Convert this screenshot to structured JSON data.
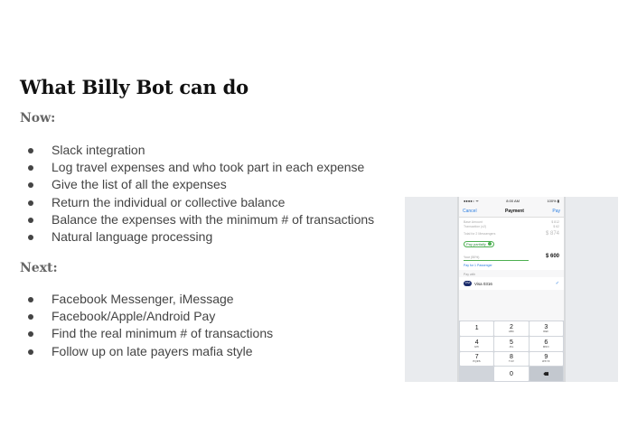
{
  "title": "What Billy Bot can do",
  "now": {
    "label": "Now:",
    "items": [
      "Slack integration",
      "Log travel expenses and who took part in each expense",
      "Give the list of all the expenses",
      "Return the individual or collective balance",
      "Balance the expenses with the minimum # of transactions",
      "Natural language processing"
    ]
  },
  "next": {
    "label": "Next:",
    "items": [
      "Facebook Messenger, iMessage",
      "Facebook/Apple/Android Pay",
      "Find the real minimum # of transactions",
      "Follow up on late payers mafia style"
    ]
  },
  "phone": {
    "status_time": "8:00 AM",
    "status_left": "●●●●○ ᯤ",
    "status_battery": "100% ▮",
    "nav_cancel": "Cancel",
    "nav_title": "Payment",
    "nav_pay": "Pay",
    "rows": [
      {
        "label": "Base Amount",
        "value": "$ 812"
      },
      {
        "label": "Transaction (x2)",
        "value": "$ 62"
      }
    ],
    "total_label": "Total for 2 Messengers",
    "total_value": "$ 874",
    "toggle_label": "Pay partially",
    "share_label": "Your (50%)",
    "share_value": "$ 600",
    "pay_for": "Pay for 1 Passenger",
    "pay_with": "Pay with",
    "card_logo": "VISA",
    "card_name": "Visa 0316",
    "check": "✓",
    "keys": [
      {
        "num": "1",
        "letters": ""
      },
      {
        "num": "2",
        "letters": "ABC"
      },
      {
        "num": "3",
        "letters": "DEF"
      },
      {
        "num": "4",
        "letters": "GHI"
      },
      {
        "num": "5",
        "letters": "JKL"
      },
      {
        "num": "6",
        "letters": "MNO"
      },
      {
        "num": "7",
        "letters": "PQRS"
      },
      {
        "num": "8",
        "letters": "TUV"
      },
      {
        "num": "9",
        "letters": "WXYZ"
      },
      {
        "num": "",
        "letters": ""
      },
      {
        "num": "0",
        "letters": ""
      }
    ]
  },
  "colors": {
    "accent": "#2a7de1",
    "green": "#4caf50",
    "title": "#111111",
    "label": "#666666"
  }
}
